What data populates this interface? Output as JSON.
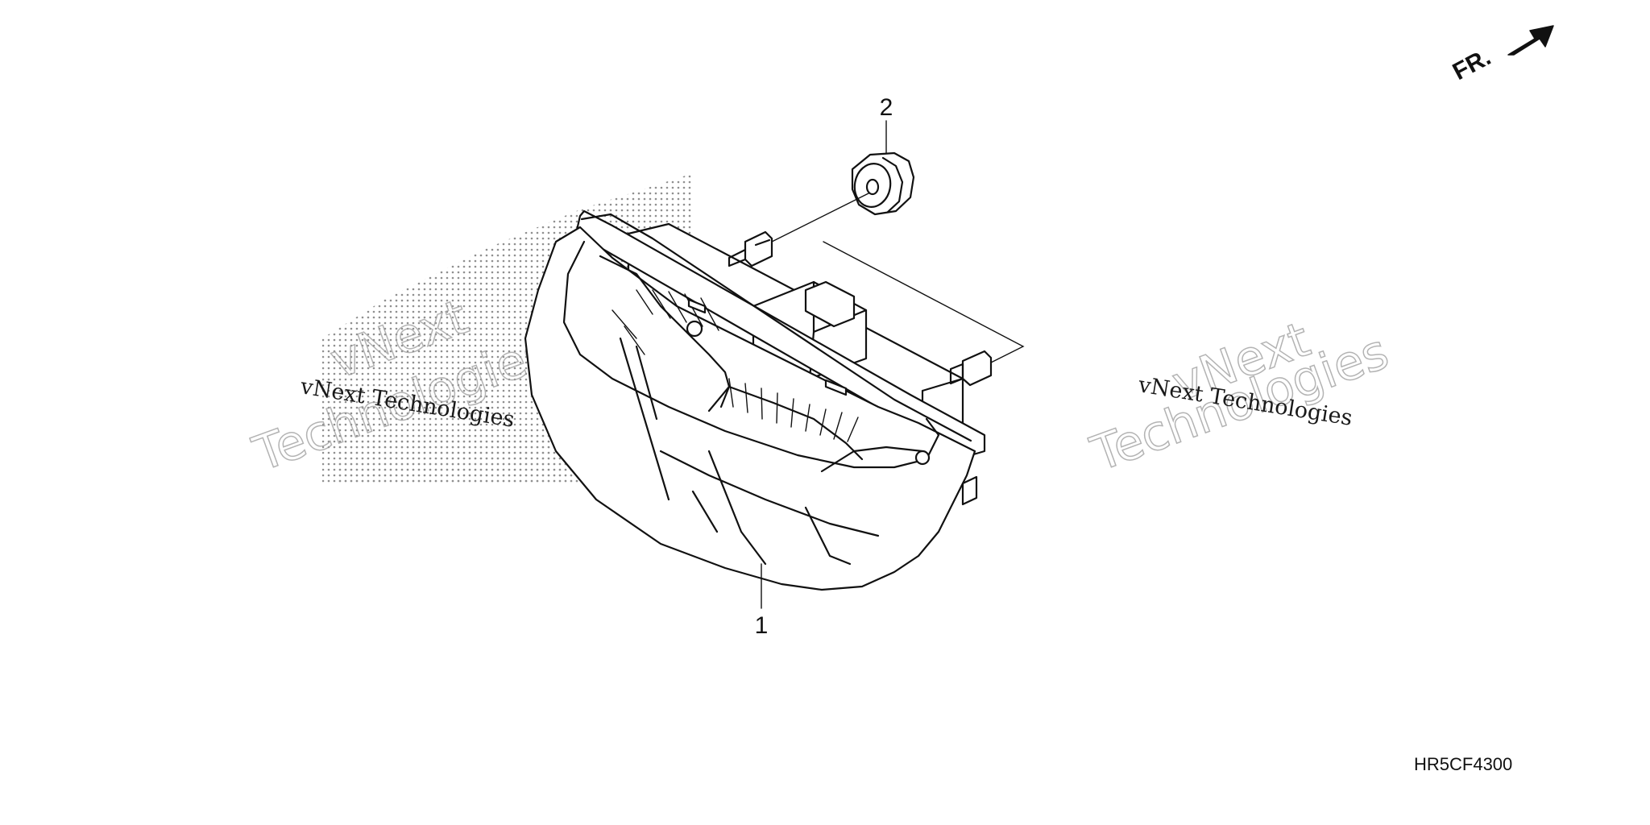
{
  "diagram": {
    "callouts": [
      {
        "id": "tail-light-assembly",
        "label": "1"
      },
      {
        "id": "rubber-grommet",
        "label": "2"
      }
    ],
    "direction_marker": {
      "label": "FR.",
      "icon": "front-direction-arrow-icon"
    },
    "part_code": "HR5CF4300",
    "watermarks": [
      {
        "serif_text": "vNext Technologies",
        "outline_line1": "vNext",
        "outline_line2": "Technologies"
      },
      {
        "serif_text": "vNext Technologies",
        "outline_line1": "vNext",
        "outline_line2": "Technologies"
      }
    ],
    "brand_mark_icon": "honda-wing-logo-icon",
    "colors": {
      "line": "#111111",
      "watermark_outline": "#9a9a9a",
      "background": "#ffffff"
    }
  }
}
